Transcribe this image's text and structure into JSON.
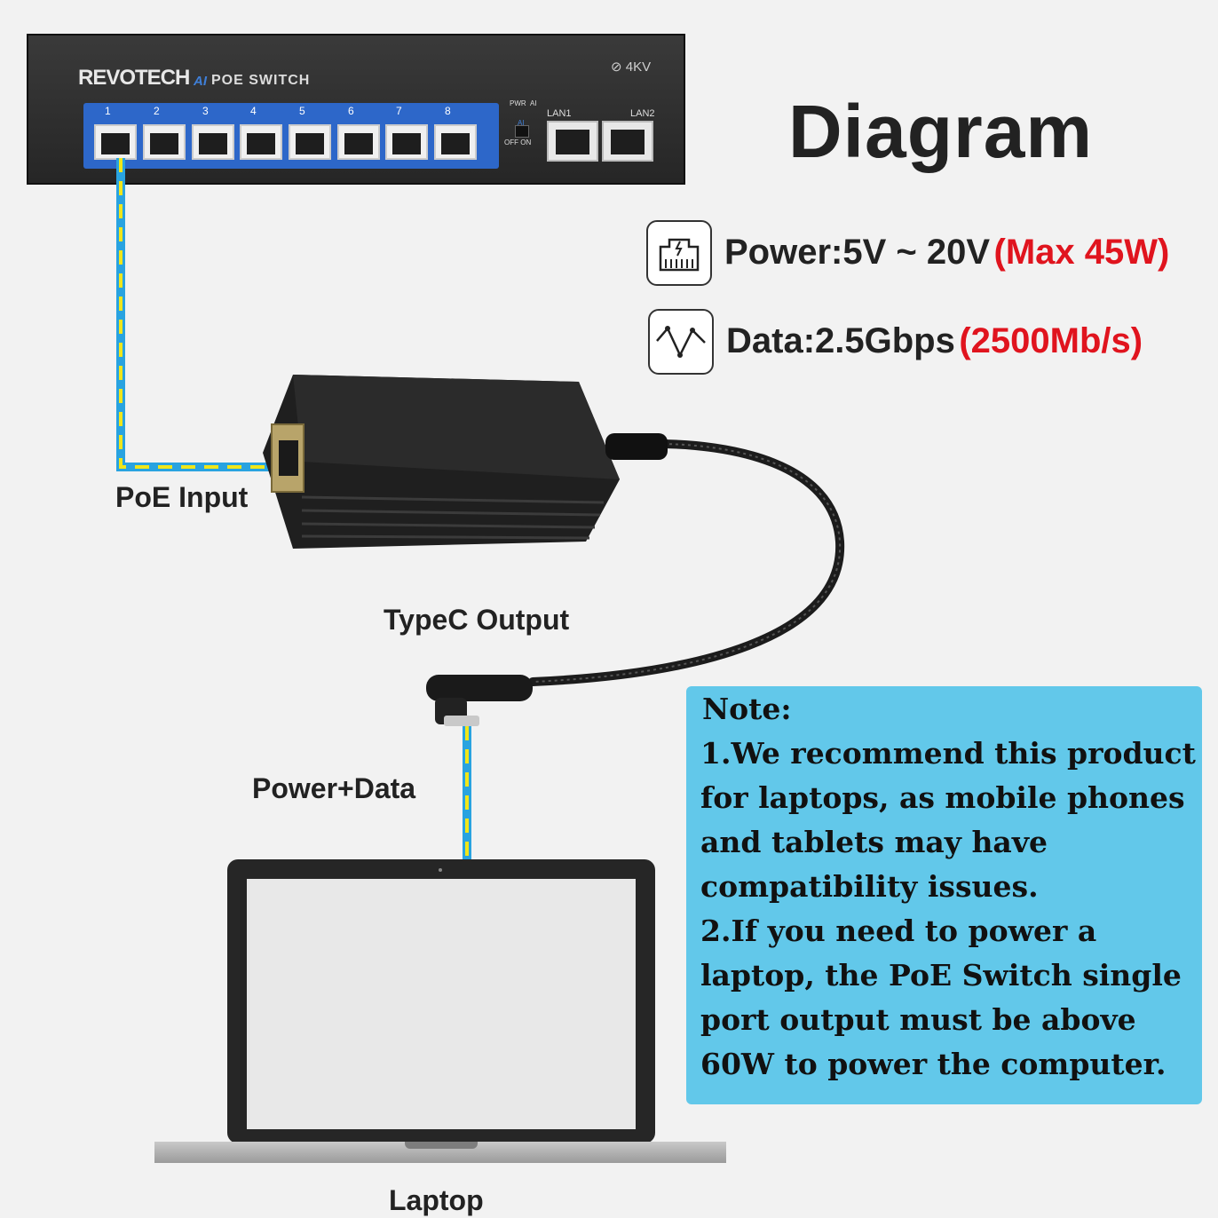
{
  "switch": {
    "brand": "REVOTECH",
    "brand_ai": "AI",
    "brand_sub": "POE SWITCH",
    "surge": "4KV",
    "ports": [
      "1",
      "2",
      "3",
      "4",
      "5",
      "6",
      "7",
      "8"
    ],
    "pwr_label": "PWR",
    "ai_label": "AI",
    "ai_small": "AI",
    "off_on": "OFF ON",
    "lan1": "LAN1",
    "lan2": "LAN2"
  },
  "title": "Diagram",
  "specs": [
    {
      "icon": "ethernet-power-icon",
      "main": "Power:5V ~ 20V",
      "highlight": "(Max 45W)"
    },
    {
      "icon": "waveform-icon",
      "main": "Data:2.5Gbps",
      "highlight": "(2500Mb/s)"
    }
  ],
  "labels": {
    "poe_input": "PoE Input",
    "typec_output": "TypeC Output",
    "power_data": "Power+Data",
    "laptop": "Laptop"
  },
  "note": {
    "title": "Note:",
    "lines": [
      "1.We recommend this product",
      "for laptops, as mobile phones",
      "and tablets may have",
      "compatibility issues.",
      "2.If you need to power a",
      "laptop, the PoE Switch single",
      "port output must be above",
      "60W to power the computer."
    ]
  },
  "colors": {
    "red": "#e0141e",
    "note_bg": "#62c8ea",
    "cable_blue": "#29a3e0",
    "cable_yellow": "#f0e61a",
    "switch_port_panel": "#2d67c9"
  }
}
